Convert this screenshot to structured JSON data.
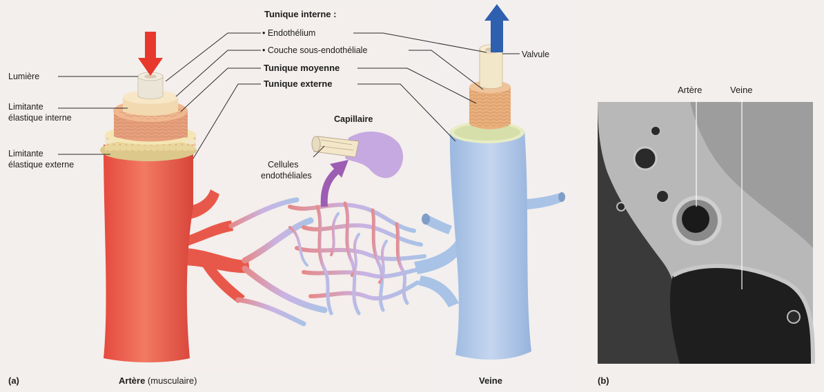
{
  "labels": {
    "tunique_interne": "Tunique interne :",
    "endothelium": "• Endothélium",
    "couche_sous_endotheliale": "• Couche sous-endothéliale",
    "tunique_moyenne": "Tunique moyenne",
    "tunique_externe": "Tunique externe",
    "lumiere": "Lumière",
    "limitante_interne_1": "Limitante",
    "limitante_interne_2": "élastique interne",
    "limitante_externe_1": "Limitante",
    "limitante_externe_2": "élastique externe",
    "capillaire": "Capillaire",
    "cellules_1": "Cellules",
    "cellules_2": "endothéliales",
    "valvule": "Valvule",
    "artere_bold": "Artère",
    "artere_suffix": " (musculaire)",
    "veine": "Veine",
    "panel_a": "(a)",
    "panel_b": "(b)",
    "micro_artere": "Artère",
    "micro_veine": "Veine"
  },
  "colors": {
    "artery": "#e8584a",
    "vein": "#a9c3e6",
    "capillary": "#c9b3e3",
    "arrow_down": "#e8382c",
    "arrow_up": "#2f5faf",
    "tunica_media": "#e9b07a",
    "elastic_layer": "#f3e2a8"
  }
}
